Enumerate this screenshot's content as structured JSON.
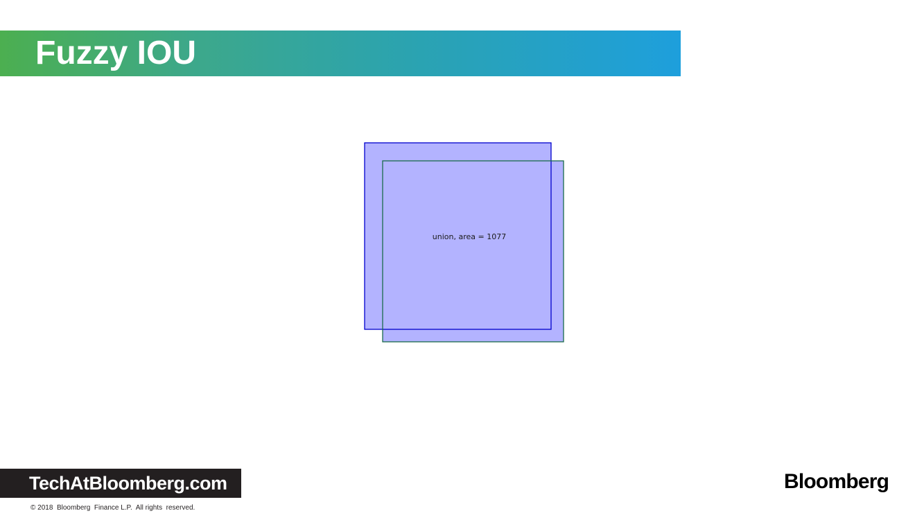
{
  "slide": {
    "title": "Fuzzy IOU"
  },
  "diagram": {
    "union_label": "union, area = 1077",
    "colors": {
      "fill": "#b3b3ff",
      "box_a_stroke": "#0000cc",
      "box_b_stroke": "#1a6b4a"
    }
  },
  "footer": {
    "banner_text": "TechAtBloomberg.com",
    "copyright": "© 2018  Bloomberg  Finance L.P.  All rights  reserved.",
    "logo_text": "Bloomberg"
  },
  "theme": {
    "gradient_start": "#4caf50",
    "gradient_end": "#1e9fdc",
    "banner_bg": "#231f20"
  }
}
